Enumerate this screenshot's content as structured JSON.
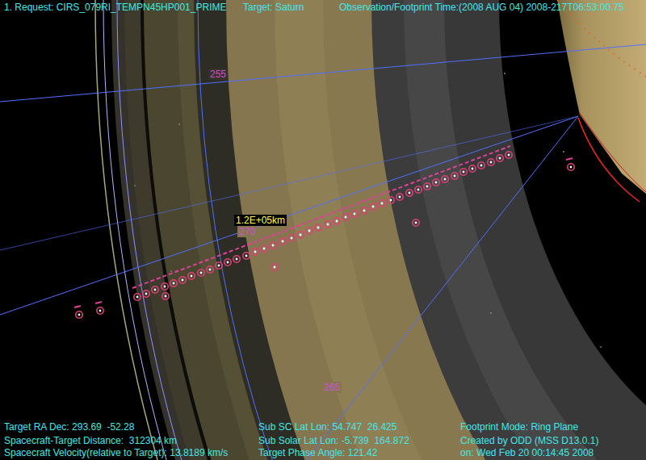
{
  "diagram": {
    "labels": [
      "1. Request: CIRS_079RI_TEMPN45HP001_PRIME",
      "Target: Saturn",
      "Observation/Footprint Time:(2008 AUG 04) 2008-217T06:53:00.75",
      "255",
      "270",
      "265",
      "1.2E+05km",
      "Target RA Dec: 293.69  -52.28",
      "Spacecraft-Target Distance:  312304 km",
      "Spacecraft Velocity(relative to Target): 13.8189 km/s",
      "Sub SC Lat Lon: 54.747  26.425",
      "Sub Solar Lat Lon: -5.739  164.872",
      "Target Phase Angle: 121.42",
      "Footprint Mode: Ring Plane",
      "Created by ODD (MSS D13.0.1)",
      "on: Wed Feb 20 00:14:45 2008"
    ]
  }
}
